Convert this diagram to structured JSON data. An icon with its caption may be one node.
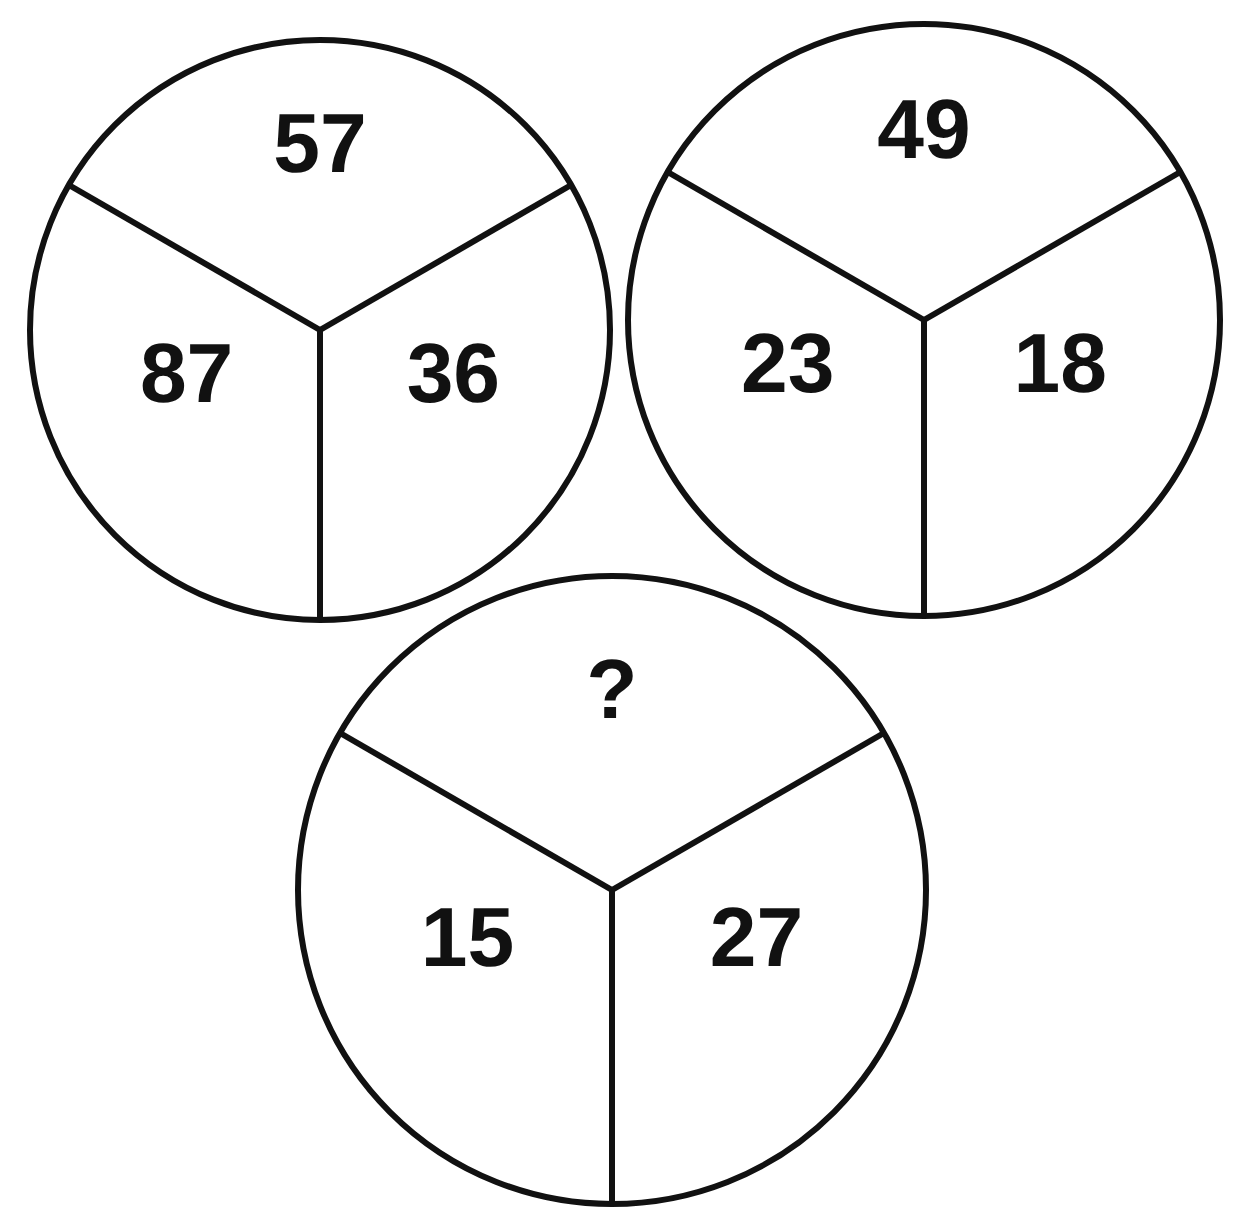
{
  "diagram": {
    "nodes": [
      {
        "text": [
          "57",
          "87",
          "36"
        ]
      },
      {
        "text": [
          "49",
          "23",
          "18"
        ]
      },
      {
        "text": [
          "?",
          "15",
          "27"
        ]
      }
    ]
  }
}
